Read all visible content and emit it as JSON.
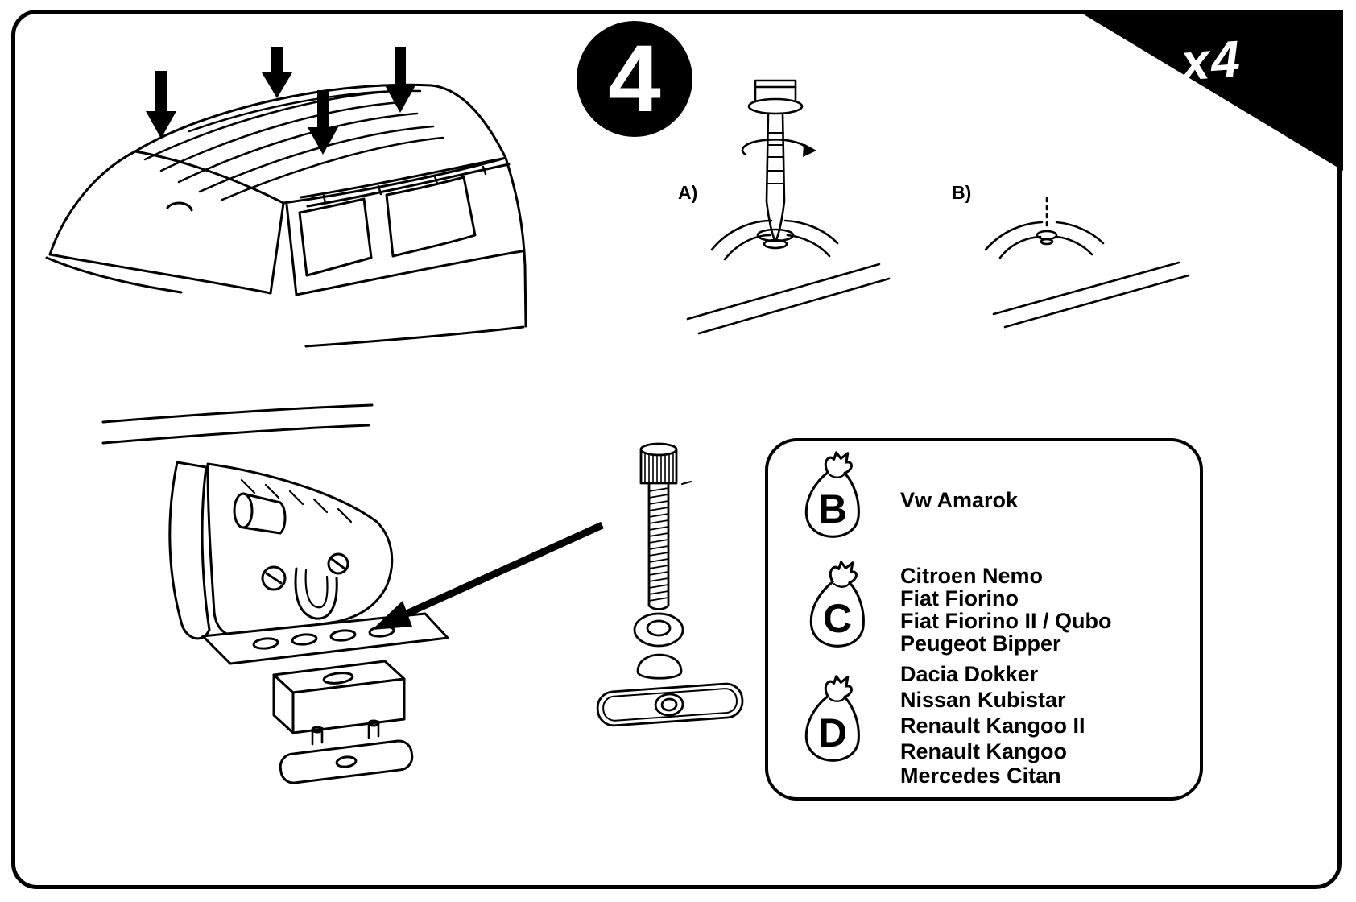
{
  "page": {
    "step_number": "4",
    "multiplier": "x4",
    "callout_a": "A)",
    "callout_b": "B)"
  },
  "parts_panel": {
    "bags": [
      {
        "letter": "B",
        "vehicles": [
          "Vw Amarok"
        ]
      },
      {
        "letter": "C",
        "vehicles": [
          "Citroen Nemo",
          "Fiat Fiorino",
          "Fiat Fiorino II / Qubo",
          "Peugeot Bipper"
        ]
      },
      {
        "letter": "D",
        "vehicles": [
          "Dacia Dokker",
          "Nissan Kubistar",
          "Renault Kangoo II",
          "Renault Kangoo",
          "Mercedes Citan"
        ]
      }
    ]
  },
  "icons": {
    "down_arrow": "down-arrow-icon",
    "pointer_arrow": "pointer-arrow-icon",
    "rotate_arrow": "rotate-arrow-icon",
    "parts_bag": "parts-bag-icon"
  },
  "colors": {
    "ink": "#000000",
    "paper": "#ffffff"
  }
}
